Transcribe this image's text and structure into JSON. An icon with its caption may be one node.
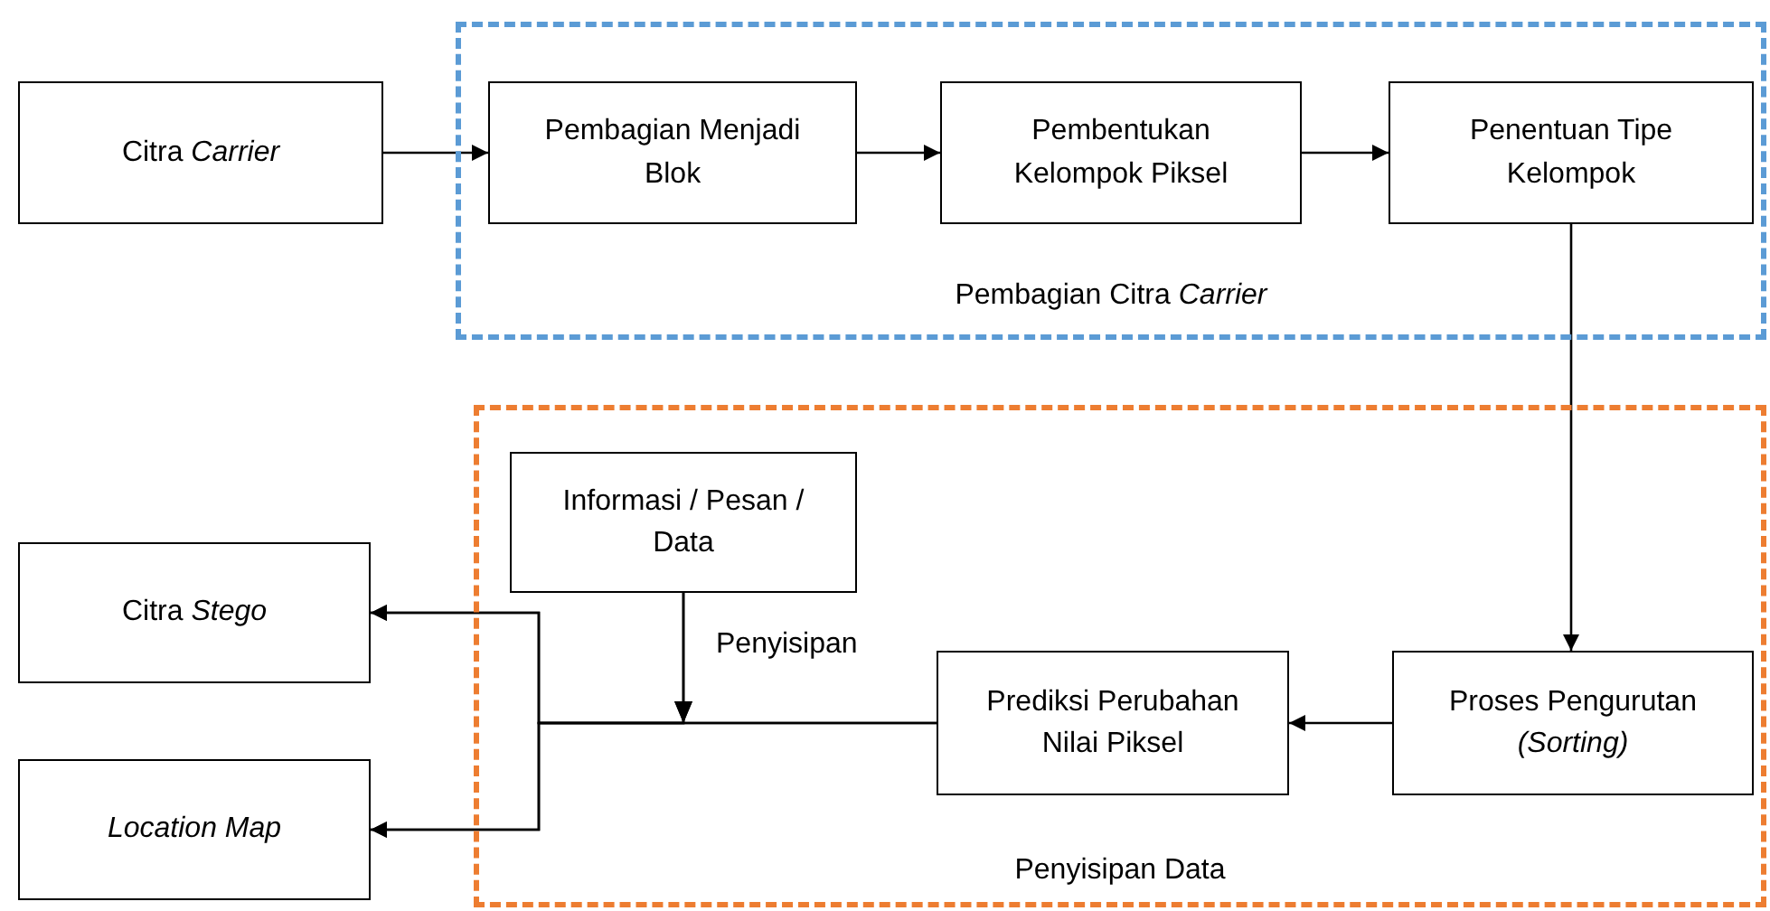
{
  "diagram": {
    "nodes": [
      {
        "text": [
          "Citra *Carrier*"
        ]
      },
      {
        "text": [
          "Pembagian Citra *Carrier*"
        ]
      },
      {
        "text": [
          "Pembagian Menjadi Blok"
        ],
        "in": 1
      },
      {
        "text": [
          "Pembentukan Kelompok Piksel"
        ],
        "in": 1
      },
      {
        "text": [
          "Penentuan Tipe Kelompok"
        ],
        "in": 1
      },
      {
        "text": [
          "Penyisipan Data"
        ]
      },
      {
        "text": [
          "Informasi / Pesan / Data"
        ],
        "in": 5
      },
      {
        "text": [
          "Prediksi Perubahan Nilai Piksel"
        ],
        "in": 5
      },
      {
        "text": [
          "Proses Pengurutan *(Sorting)*"
        ],
        "in": 5
      },
      {
        "text": [
          "Citra *Stego*"
        ]
      },
      {
        "text": [
          "*Location Map*"
        ]
      }
    ],
    "edges": [
      {
        "from": 0,
        "to": 2,
        "arrow": "to"
      },
      {
        "from": 2,
        "to": 3,
        "arrow": "to"
      },
      {
        "from": 3,
        "to": 4,
        "arrow": "to"
      },
      {
        "from": 4,
        "to": 8,
        "arrow": "to"
      },
      {
        "from": 8,
        "to": 7,
        "arrow": "to"
      },
      {
        "from": 7,
        "to": 9,
        "arrow": "to"
      },
      {
        "from": 7,
        "to": 10,
        "arrow": "to"
      },
      {
        "from": 6,
        "to": 9,
        "arrow": "to",
        "label": "Penyisipan"
      },
      {
        "from": 6,
        "to": 10,
        "arrow": "to"
      }
    ]
  }
}
